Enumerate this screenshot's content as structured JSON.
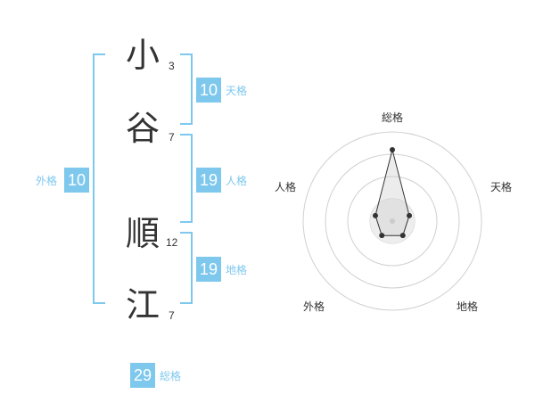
{
  "name_chars": [
    {
      "char": "小",
      "strokes": "3"
    },
    {
      "char": "谷",
      "strokes": "7"
    },
    {
      "char": "順",
      "strokes": "12"
    },
    {
      "char": "江",
      "strokes": "7"
    }
  ],
  "fortune": {
    "tenkaku": {
      "label": "天格",
      "value": "10"
    },
    "jinkaku": {
      "label": "人格",
      "value": "19"
    },
    "chikaku": {
      "label": "地格",
      "value": "19"
    },
    "gaikaku": {
      "label": "外格",
      "value": "10"
    },
    "soukaku": {
      "label": "総格",
      "value": "29"
    }
  },
  "colors": {
    "accent": "#7ec8ee",
    "text": "#333333"
  },
  "chart_data": {
    "type": "radar",
    "axes": [
      "総格",
      "天格",
      "地格",
      "外格",
      "人格"
    ],
    "values": [
      4,
      1,
      1,
      1,
      1
    ],
    "rmax": 5,
    "rings": 4
  }
}
